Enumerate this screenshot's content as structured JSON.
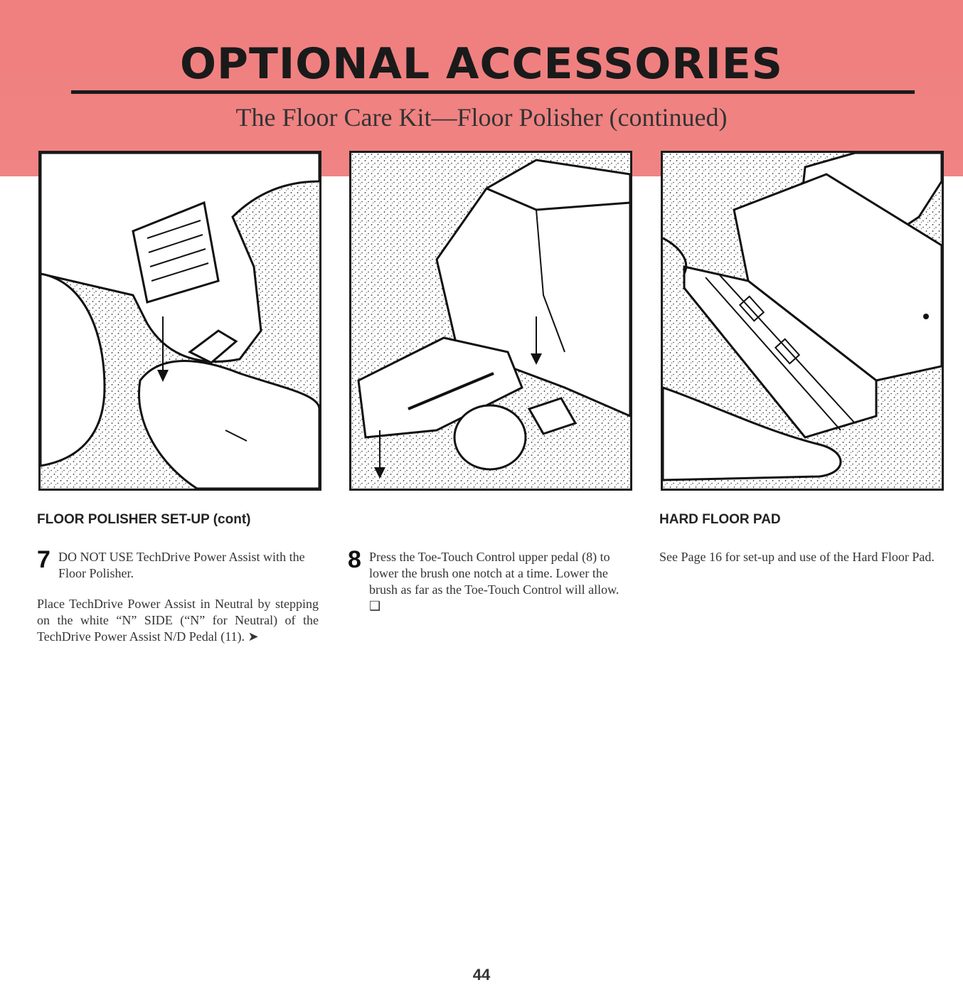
{
  "header": {
    "title": "OPTIONAL ACCESSORIES",
    "subtitle": "The Floor Care Kit—Floor Polisher (continued)"
  },
  "colors": {
    "header_band": "#f07f7f",
    "ink": "#1a1a1a"
  },
  "illustrations": [
    {
      "name": "foot-pressing-pedal-illustration"
    },
    {
      "name": "toe-touch-control-illustration"
    },
    {
      "name": "hard-floor-pad-illustration"
    }
  ],
  "columns": {
    "left": {
      "heading": "FLOOR POLISHER SET-UP (cont)",
      "step_number": "7",
      "step_text": "DO NOT USE TechDrive Power Assist with the Floor Polisher.",
      "paragraph": "Place TechDrive Power Assist in Neutral by stepping on the white “N” SIDE (“N” for Neutral) of the TechDrive Power Assist N/D Pedal (11). ➤"
    },
    "middle": {
      "step_number": "8",
      "step_text": "Press the Toe-Touch Control upper pedal (8) to lower the brush one notch at a time. Lower the brush as far as the Toe-Touch Control will allow. ❑"
    },
    "right": {
      "heading": "HARD FLOOR PAD",
      "paragraph": "See Page 16 for set-up and use of the Hard Floor Pad."
    }
  },
  "footer": {
    "page_number": "44"
  }
}
